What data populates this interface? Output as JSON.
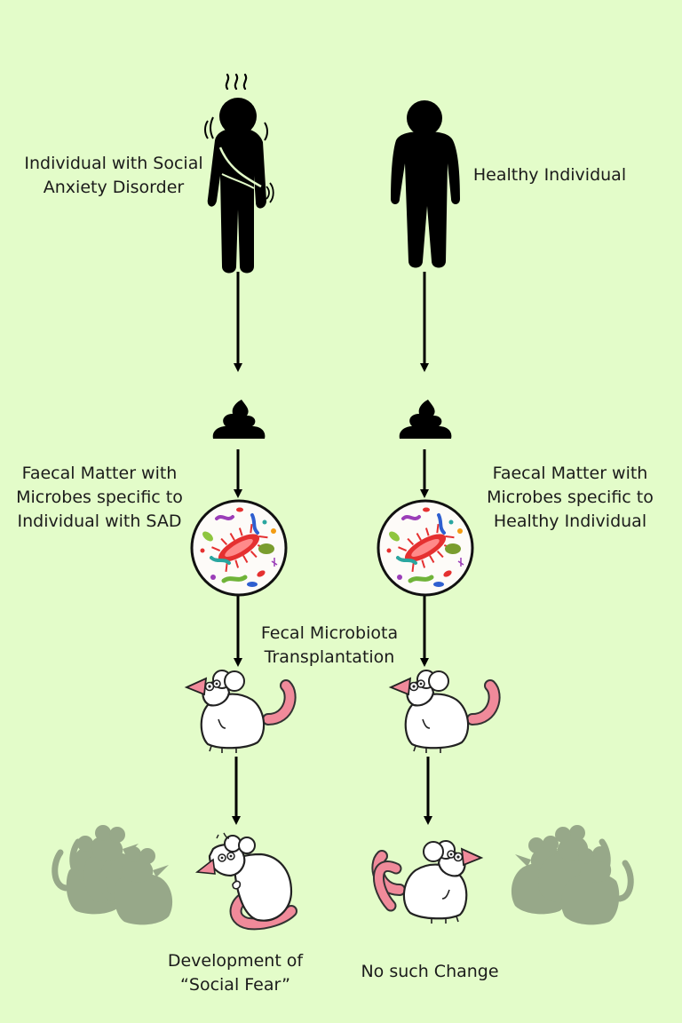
{
  "colors": {
    "background": "#e3fcc9",
    "figure": "#000000",
    "mouse_body": "#ffffff",
    "mouse_pink": "#f08a9a",
    "faded_mice": "#8a9a7e"
  },
  "labels": {
    "sad_individual": [
      "Individual with Social",
      "Anxiety Disorder"
    ],
    "healthy_individual": [
      "Healthy Individual"
    ],
    "faecal_sad": [
      "Faecal Matter with",
      "Microbes specific to",
      "Individual with SAD"
    ],
    "faecal_healthy": [
      "Faecal Matter with",
      "Microbes specific to",
      "Healthy Individual"
    ],
    "fmt": [
      "Fecal Microbiota",
      "Transplantation"
    ],
    "outcome_sad": [
      "Development of",
      "“Social Fear”"
    ],
    "outcome_healthy": [
      "No such Change"
    ]
  },
  "icons": {
    "sad_person": "anxious-person-icon",
    "healthy_person": "standing-person-icon",
    "poop": "faeces-icon",
    "microbes": "microbes-circle-icon",
    "mouse": "mouse-icon",
    "scared_mouse": "scared-mouse-icon"
  }
}
